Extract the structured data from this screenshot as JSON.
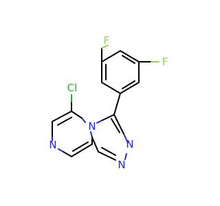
{
  "molecule": {
    "atoms": {
      "cl": {
        "label": "Cl",
        "color": "#1fb81f"
      },
      "f1": {
        "label": "F",
        "color": "#8fd64a"
      },
      "f2": {
        "label": "F",
        "color": "#8fd64a"
      },
      "n_bridge": {
        "label": "N",
        "color": "#2121ff"
      },
      "n_triazole_a": {
        "label": "N",
        "color": "#2121ff"
      },
      "n_triazole_b": {
        "label": "N",
        "color": "#2121ff"
      },
      "n_pyrazine": {
        "label": "N",
        "color": "#2121ff"
      }
    }
  }
}
